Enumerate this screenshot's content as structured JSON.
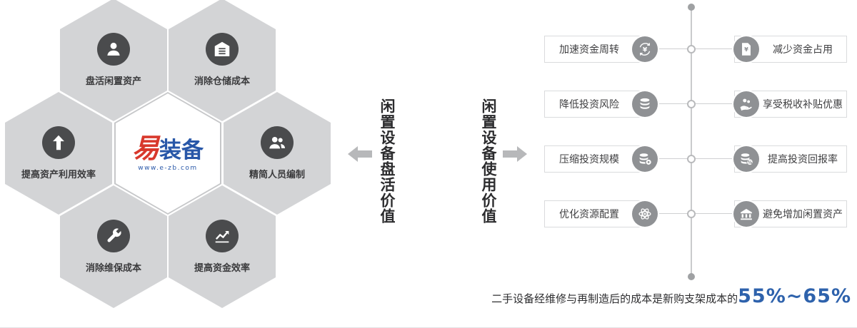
{
  "hexagon_cluster": {
    "center": {
      "brand_red": "易",
      "brand_blue": "装备",
      "website": "www.e-zb.com"
    },
    "items": [
      {
        "label": "盘活闲置资产",
        "icon": "person-icon",
        "pos": "top-left"
      },
      {
        "label": "消除仓储成本",
        "icon": "warehouse-icon",
        "pos": "top-right"
      },
      {
        "label": "提高资产利用效率",
        "icon": "arrow-up-icon",
        "pos": "left"
      },
      {
        "label": "精简人员编制",
        "icon": "people-icon",
        "pos": "right"
      },
      {
        "label": "消除维保成本",
        "icon": "wrench-icon",
        "pos": "bottom-left"
      },
      {
        "label": "提高资金效率",
        "icon": "chart-up-icon",
        "pos": "bottom-right"
      }
    ]
  },
  "middle": {
    "left_title": "闲置设备盘活价值",
    "right_title": "闲置设备使用价值"
  },
  "timeline": {
    "rows": [
      {
        "left": {
          "label": "加速资金周转",
          "icon": "yen-cycle-icon"
        },
        "right": {
          "label": "减少资金占用",
          "icon": "doc-yen-icon"
        }
      },
      {
        "left": {
          "label": "降低投资风险",
          "icon": "coins-icon"
        },
        "right": {
          "label": "享受税收补贴优惠",
          "icon": "hand-coins-icon"
        }
      },
      {
        "left": {
          "label": "压缩投资规模",
          "icon": "coins-gear-icon"
        },
        "right": {
          "label": "提高投资回报率",
          "icon": "coins-percent-icon"
        }
      },
      {
        "left": {
          "label": "优化资源配置",
          "icon": "atom-icon"
        },
        "right": {
          "label": "避免增加闲置资产",
          "icon": "bank-icon"
        }
      }
    ]
  },
  "footnote": {
    "text": "二手设备经维修与再制造后的成本是新购支架成本的",
    "highlight": "55%~65%",
    "highlight_color": "#2e62ac"
  },
  "colors": {
    "hexagon_gray": "#d3d4d6",
    "icon_circle_dark": "#4a4b4d",
    "timeline_circle_gray": "#8f9194",
    "brand_red": "#d8382c",
    "brand_blue": "#2857a8",
    "accent_blue": "#2e62ac"
  }
}
